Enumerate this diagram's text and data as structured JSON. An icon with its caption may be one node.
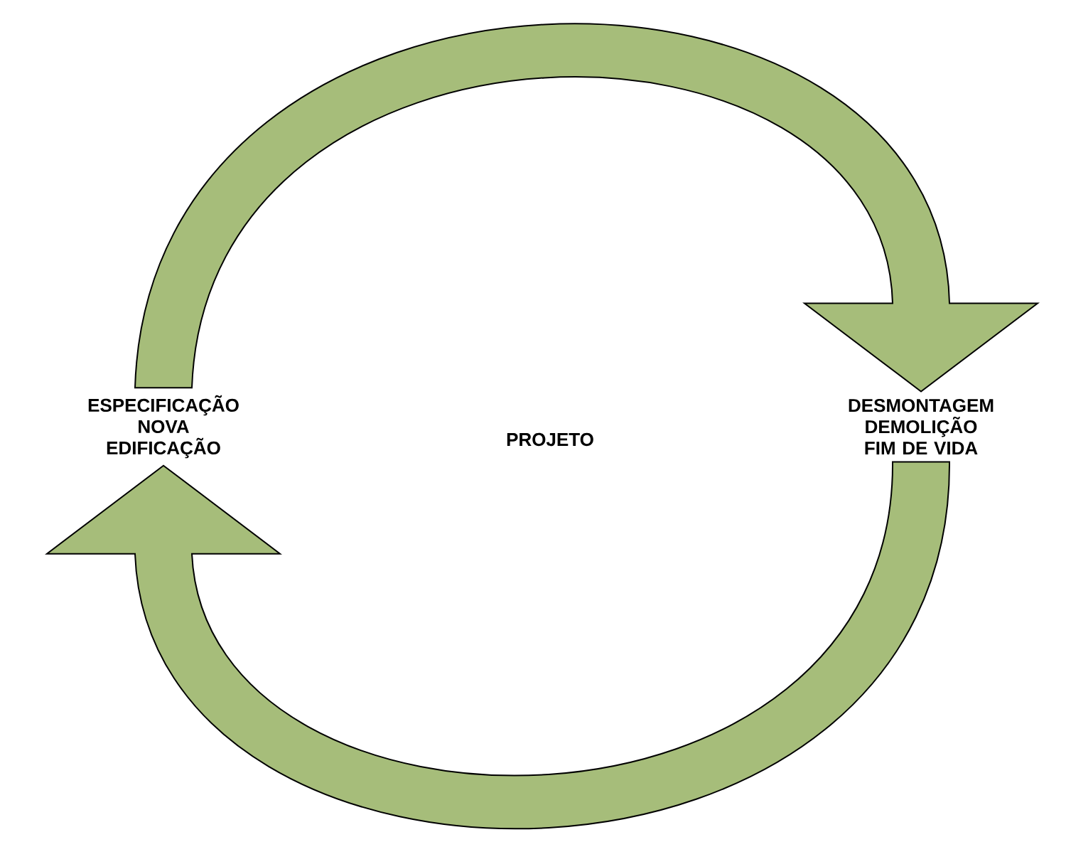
{
  "diagram": {
    "nodes": [
      {
        "text": [
          "ESPECIFICAÇÃO NOVA EDIFICAÇÃO"
        ]
      },
      {
        "text": [
          "DESMONTAGEM DEMOLIÇÃO FIM DE VIDA"
        ]
      }
    ],
    "edges": [
      {
        "from": 0,
        "to": 1,
        "arrow": "to"
      },
      {
        "from": 1,
        "to": 0,
        "arrow": "to"
      }
    ],
    "labels": [
      "PROJETO"
    ]
  }
}
